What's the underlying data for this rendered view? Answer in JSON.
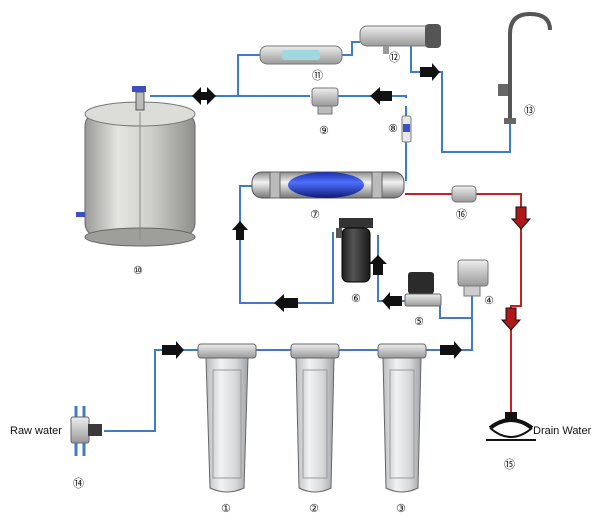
{
  "labels": {
    "raw_water": "Raw water",
    "drain_water": "Drain Water"
  },
  "numbers": {
    "n1": "①",
    "n2": "②",
    "n3": "③",
    "n4": "④",
    "n5": "⑤",
    "n6": "⑥",
    "n7": "⑦",
    "n8": "⑧",
    "n9": "⑨",
    "n10": "⑩",
    "n11": "⑪",
    "n12": "⑫",
    "n13": "⑬",
    "n14": "⑭",
    "n15": "⑮",
    "n16": "⑯"
  },
  "colors": {
    "water_line": "#3d7cc9",
    "drain_line": "#cc1f1f",
    "arrow": "#111111"
  }
}
